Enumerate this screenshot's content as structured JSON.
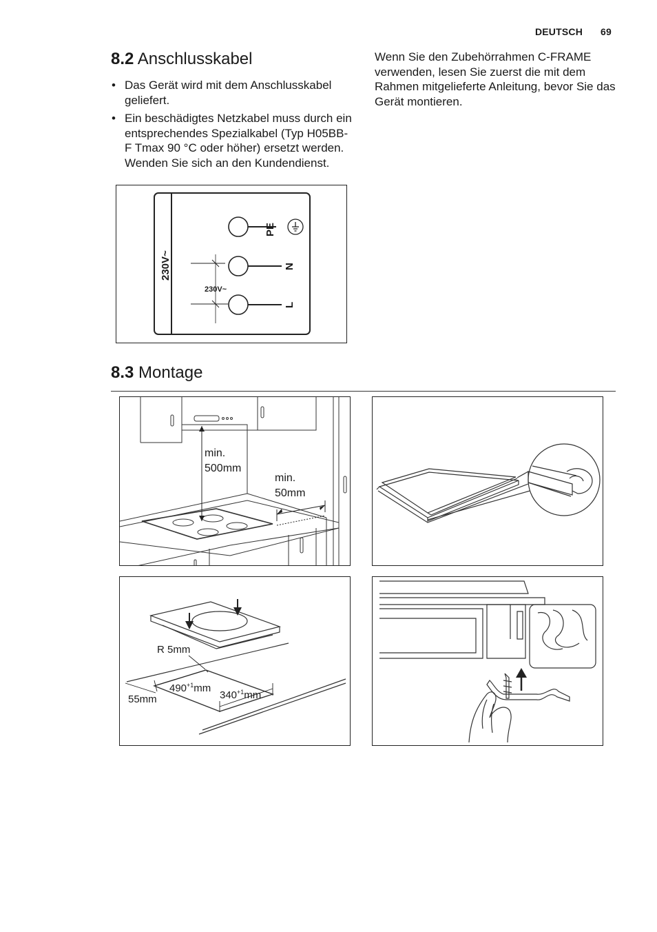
{
  "header": {
    "language": "DEUTSCH",
    "page_number": "69"
  },
  "section_82": {
    "number": "8.2",
    "title": "Anschlusskabel",
    "bullets": [
      "Das Gerät wird mit dem Anschlusska­bel geliefert.",
      "Ein beschädigtes Netzkabel muss durch ein entsprechendes Spezialkabel (Typ H05BB-F Tmax 90 °C oder höher) ersetzt werden. Wenden Sie sich an den Kundendienst."
    ],
    "right_text": "Wenn Sie den Zubehörrahmen C-FRAME verwenden, lesen Sie zuerst die mit dem Rahmen mitgelieferte Anleitung, bevor Sie das Gerät montieren."
  },
  "wiring_figure": {
    "voltage_vertical": "230V~",
    "voltage_small": "230V~",
    "terminal_pe": "PE",
    "terminal_n": "N",
    "terminal_l": "L"
  },
  "section_83": {
    "number": "8.3",
    "title": "Montage"
  },
  "fig_clearance": {
    "label_top_1": "min.",
    "label_top_2": "500mm",
    "label_side_1": "min.",
    "label_side_2": "50mm"
  },
  "fig_cutout": {
    "radius": "R 5mm",
    "width_base": "490",
    "width_tol": "+1",
    "width_unit": "mm",
    "depth_base": "340",
    "depth_tol": "+1",
    "depth_unit": "mm",
    "edge": "55mm"
  }
}
